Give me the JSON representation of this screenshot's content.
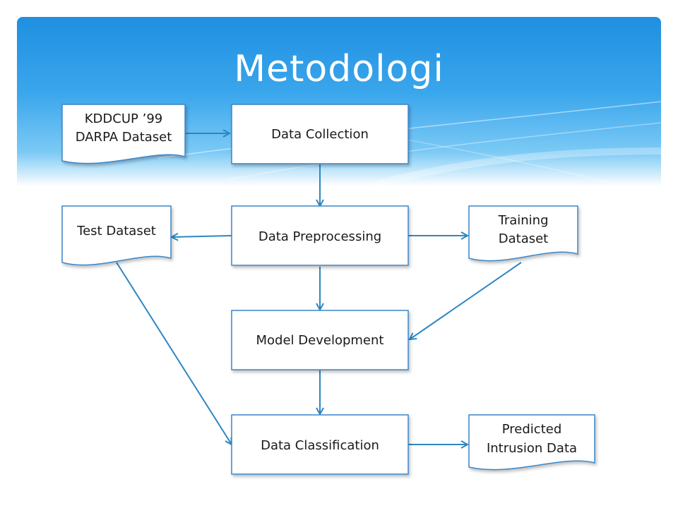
{
  "title": "Metodologi",
  "colors": {
    "accent": "#3aa6ec",
    "box_border": "#3a86c8",
    "arrow": "#2e86c1",
    "text": "#1a1a1a"
  },
  "nodes": {
    "source": {
      "label_line1": "KDDCUP ’99",
      "label_line2": "DARPA Dataset",
      "shape": "document"
    },
    "collection": {
      "label": "Data Collection",
      "shape": "process"
    },
    "test": {
      "label": "Test Dataset",
      "shape": "document"
    },
    "preprocessing": {
      "label": "Data Preprocessing",
      "shape": "process"
    },
    "training": {
      "label_line1": "Training",
      "label_line2": "Dataset",
      "shape": "document"
    },
    "model": {
      "label": "Model Development",
      "shape": "process"
    },
    "classification": {
      "label": "Data Classification",
      "shape": "process"
    },
    "predicted": {
      "label_line1": "Predicted",
      "label_line2": "Intrusion Data",
      "shape": "document"
    }
  },
  "edges": [
    {
      "from": "source",
      "to": "collection"
    },
    {
      "from": "collection",
      "to": "preprocessing"
    },
    {
      "from": "preprocessing",
      "to": "test"
    },
    {
      "from": "preprocessing",
      "to": "training"
    },
    {
      "from": "preprocessing",
      "to": "model"
    },
    {
      "from": "training",
      "to": "model"
    },
    {
      "from": "model",
      "to": "classification"
    },
    {
      "from": "test",
      "to": "classification"
    },
    {
      "from": "classification",
      "to": "predicted"
    }
  ]
}
